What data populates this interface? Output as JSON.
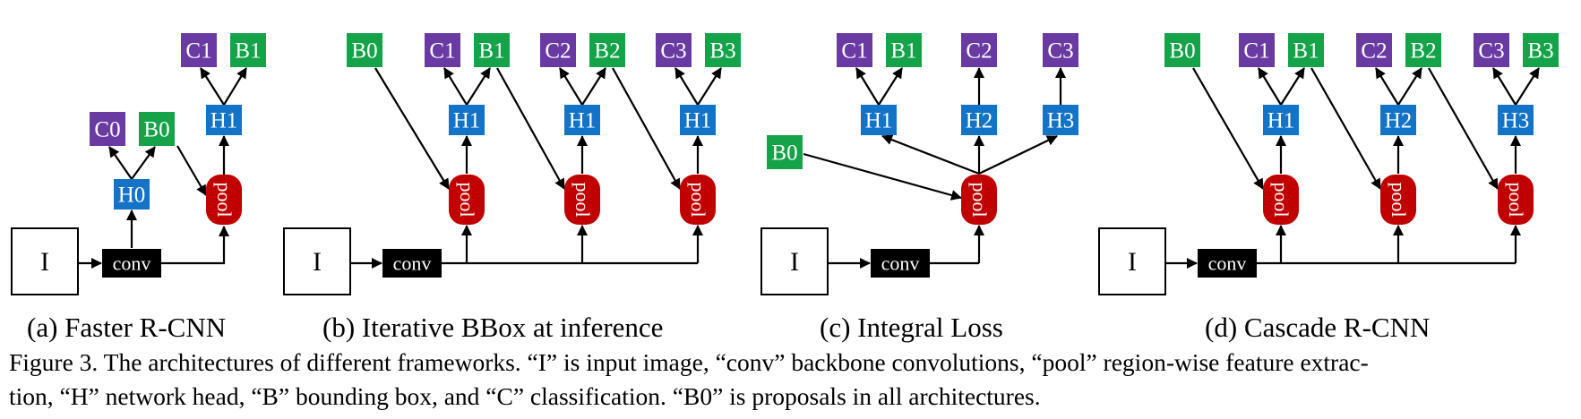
{
  "colors": {
    "head": "#1273c7",
    "cls": "#6a3aa3",
    "bbox": "#15a34a",
    "pool": "#c00000",
    "arrow": "#000000"
  },
  "labels": {
    "input": "I",
    "conv": "conv",
    "pool": "pool"
  },
  "panels": [
    {
      "id": "a",
      "subcaption": "(a) Faster R-CNN",
      "heads": [
        "H0",
        "H1"
      ],
      "outputs": [
        "C0",
        "B0",
        "C1",
        "B1"
      ]
    },
    {
      "id": "b",
      "subcaption": "(b) Iterative BBox at inference",
      "heads": [
        "H1",
        "H1",
        "H1"
      ],
      "outputs": [
        "B0",
        "C1",
        "B1",
        "C2",
        "B2",
        "C3",
        "B3"
      ]
    },
    {
      "id": "c",
      "subcaption": "(c) Integral Loss",
      "heads": [
        "H1",
        "H2",
        "H3"
      ],
      "outputs": [
        "B0",
        "C1",
        "B1",
        "C2",
        "C3"
      ]
    },
    {
      "id": "d",
      "subcaption": "(d) Cascade R-CNN",
      "heads": [
        "H1",
        "H2",
        "H3"
      ],
      "outputs": [
        "B0",
        "C1",
        "B1",
        "C2",
        "B2",
        "C3",
        "B3"
      ]
    }
  ],
  "caption": {
    "line1": "Figure 3. The architectures of different frameworks. “I” is input image, “conv” backbone convolutions, “pool” region-wise feature extrac-",
    "line2": "tion, “H” network head, “B” bounding box, and “C” classification. “B0” is proposals in all architectures."
  }
}
